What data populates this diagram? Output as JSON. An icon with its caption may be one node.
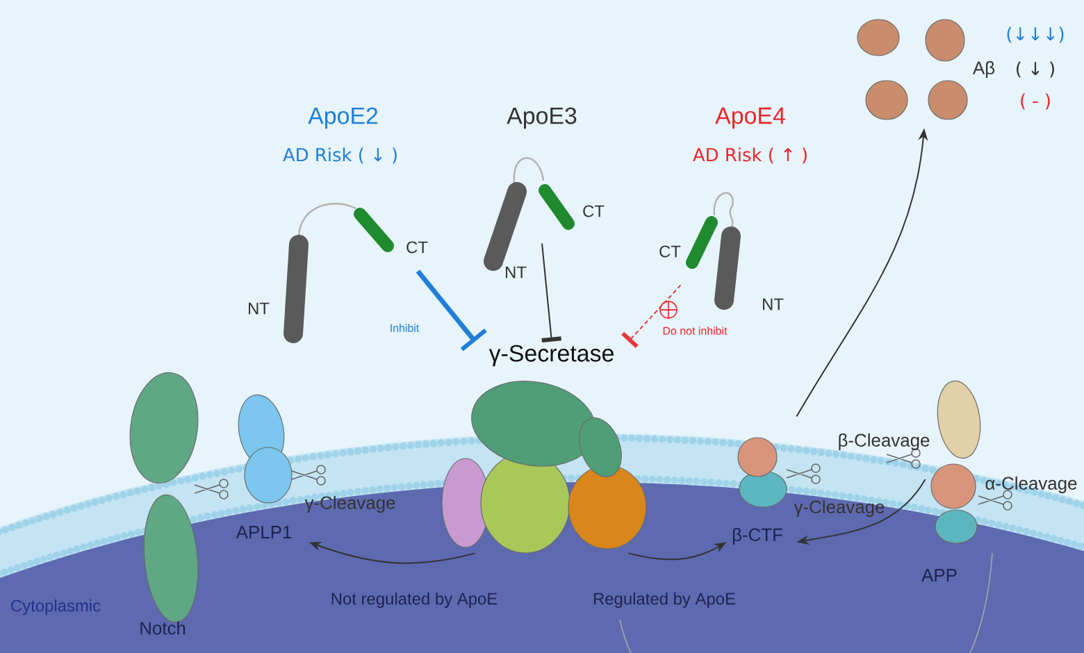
{
  "diagram": {
    "nodes": [
      {
        "text": [
          "ApoE2",
          "AD Risk ( ↓ )",
          "CT",
          "NT"
        ]
      },
      {
        "text": [
          "ApoE3",
          "CT",
          "NT"
        ]
      },
      {
        "text": [
          "ApoE4",
          "AD Risk ( ↑ )",
          "CT",
          "NT"
        ]
      },
      {
        "text": [
          "γ-Secretase"
        ]
      },
      {
        "text": [
          "Notch"
        ]
      },
      {
        "text": [
          "APLP1"
        ]
      },
      {
        "text": [
          "β-CTF"
        ]
      },
      {
        "text": [
          "APP"
        ]
      },
      {
        "text": [
          "Aβ"
        ]
      }
    ],
    "edges": [
      {
        "from": 0,
        "to": 3,
        "arrow": "other",
        "label": "Inhibit",
        "style": "thick",
        "color": "#1f7fd8"
      },
      {
        "from": 1,
        "to": 3,
        "arrow": "other"
      },
      {
        "from": 2,
        "to": 3,
        "arrow": "other",
        "label": "Do not inhibit",
        "style": "dashed",
        "color": "#e8383d"
      },
      {
        "from": 3,
        "to": 5,
        "arrow": "to",
        "label": "Not regulated by ApoE"
      },
      {
        "from": 3,
        "to": 6,
        "arrow": "to",
        "label": "Regulated by ApoE"
      },
      {
        "from": 7,
        "to": 6,
        "arrow": "to"
      },
      {
        "from": 6,
        "to": 8,
        "arrow": "to"
      }
    ],
    "labels": [
      "(↓↓↓)",
      "( ↓ )",
      "( - )",
      "β-Cleavage",
      "α-Cleavage",
      "γ-Cleavage",
      "γ-Cleavage",
      "Cytoplasmic"
    ]
  }
}
